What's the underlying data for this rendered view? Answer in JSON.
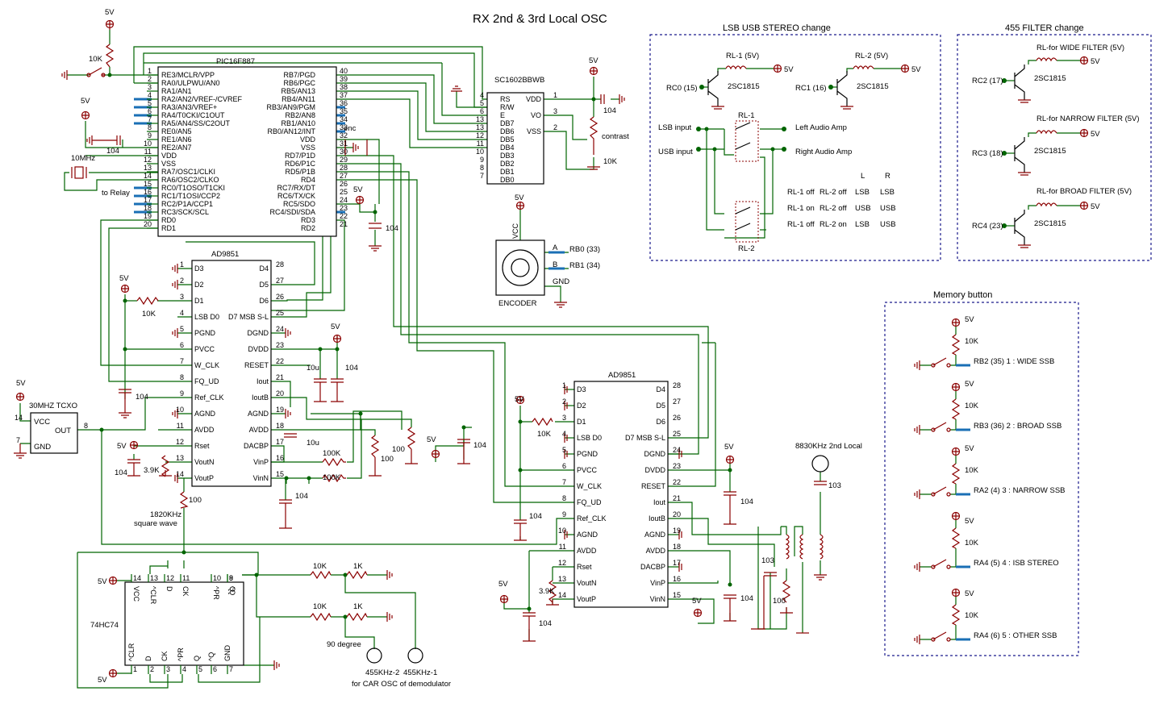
{
  "title": "RX 2nd & 3rd Local OSC",
  "sections": {
    "lsb_usb": "LSB USB STEREO change",
    "filter": "455 FILTER change",
    "memory": "Memory button"
  },
  "ics": {
    "pic": "PIC16F887",
    "lcd": "SC1602BBWB",
    "dds1": "AD9851",
    "dds2": "AD9851",
    "tcxo": "30MHZ TCXO",
    "ff": "74HC74",
    "encoder": "ENCODER"
  },
  "labels": {
    "v5": "5V",
    "xtal10": "10MHz",
    "to_relay": "to Relay",
    "enc": "enc",
    "contrast": "contrast",
    "sq1": "1820KHz",
    "sq2": "square wave",
    "deg90": "90 degree",
    "out455_2": "455KHz-2",
    "out455_1": "455KHz-1",
    "car": "for CAR OSC of demodulator",
    "local2": "8830KHz 2nd Local",
    "tcxo_vcc": "VCC",
    "tcxo_gnd": "GND",
    "tcxo_out": "OUT",
    "enc_a": "A",
    "enc_b": "B",
    "enc_gnd": "GND",
    "enc_vcc": "VCC",
    "rb0": "RB0 (33)",
    "rb1": "RB1 (34)"
  },
  "pic_left": [
    [
      "1",
      "RE3/MCLR/VPP"
    ],
    [
      "2",
      "RA0/ULPWU/AN0"
    ],
    [
      "3",
      "RA1/AN1"
    ],
    [
      "4",
      "RA2/AN2/VREF-/CVREF"
    ],
    [
      "5",
      "RA3/AN3/VREF+"
    ],
    [
      "6",
      "RA4/T0CKI/C1OUT"
    ],
    [
      "7",
      "RA5/AN4/SS/C2OUT"
    ],
    [
      "8",
      "RE0/AN5"
    ],
    [
      "9",
      "RE1/AN6"
    ],
    [
      "10",
      "RE2/AN7"
    ],
    [
      "11",
      "VDD"
    ],
    [
      "12",
      "VSS"
    ],
    [
      "13",
      "RA7/OSC1/CLKI"
    ],
    [
      "14",
      "RA6/OSC2/CLKO"
    ],
    [
      "15",
      "RC0/T1OSO/T1CKI"
    ],
    [
      "16",
      "RC1/T1OSI/CCP2"
    ],
    [
      "17",
      "RC2/P1A/CCP1"
    ],
    [
      "18",
      "RC3/SCK/SCL"
    ],
    [
      "19",
      "RD0"
    ],
    [
      "20",
      "RD1"
    ]
  ],
  "pic_right": [
    [
      "40",
      "RB7/PGD"
    ],
    [
      "39",
      "RB6/PGC"
    ],
    [
      "38",
      "RB5/AN13"
    ],
    [
      "37",
      "RB4/AN11"
    ],
    [
      "36",
      "RB3/AN9/PGM"
    ],
    [
      "35",
      "RB2/AN8"
    ],
    [
      "34",
      "RB1/AN10"
    ],
    [
      "33",
      "RB0/AN12/INT"
    ],
    [
      "32",
      "VDD"
    ],
    [
      "31",
      "VSS"
    ],
    [
      "30",
      "RD7/P1D"
    ],
    [
      "29",
      "RD6/P1C"
    ],
    [
      "28",
      "RD5/P1B"
    ],
    [
      "27",
      "RD4"
    ],
    [
      "26",
      "RC7/RX/DT"
    ],
    [
      "25",
      "RC6/TX/CK"
    ],
    [
      "24",
      "RC5/SDO"
    ],
    [
      "23",
      "RC4/SDI/SDA"
    ],
    [
      "22",
      "RD3"
    ],
    [
      "21",
      "RD2"
    ]
  ],
  "lcd_left": [
    [
      "4",
      "RS"
    ],
    [
      "5",
      "R/W"
    ],
    [
      "6",
      "E"
    ],
    [
      "13",
      "DB7"
    ],
    [
      "13",
      "DB6"
    ],
    [
      "12",
      "DB5"
    ],
    [
      "11",
      "DB4"
    ],
    [
      "10",
      "DB3"
    ],
    [
      "9",
      "DB2"
    ],
    [
      "8",
      "DB1"
    ],
    [
      "7",
      "DB0"
    ]
  ],
  "lcd_right": [
    [
      "1",
      "VDD"
    ],
    [
      "3",
      "VO"
    ],
    [
      "2",
      "VSS"
    ]
  ],
  "dds_left": [
    [
      "1",
      "D3"
    ],
    [
      "2",
      "D2"
    ],
    [
      "3",
      "D1"
    ],
    [
      "4",
      "LSB D0"
    ],
    [
      "5",
      "PGND"
    ],
    [
      "6",
      "PVCC"
    ],
    [
      "7",
      "W_CLK"
    ],
    [
      "8",
      "FQ_UD"
    ],
    [
      "9",
      "Ref_CLK"
    ],
    [
      "10",
      "AGND"
    ],
    [
      "11",
      "AVDD"
    ],
    [
      "12",
      "Rset"
    ],
    [
      "13",
      "VoutN"
    ],
    [
      "14",
      "VoutP"
    ]
  ],
  "dds_right": [
    [
      "28",
      "D4"
    ],
    [
      "27",
      "D5"
    ],
    [
      "26",
      "D6"
    ],
    [
      "25",
      "D7 MSB S-L"
    ],
    [
      "24",
      "DGND"
    ],
    [
      "23",
      "DVDD"
    ],
    [
      "22",
      "RESET"
    ],
    [
      "21",
      "Iout"
    ],
    [
      "20",
      "IoutB"
    ],
    [
      "19",
      "AGND"
    ],
    [
      "18",
      "AVDD"
    ],
    [
      "17",
      "DACBP"
    ],
    [
      "16",
      "VinP"
    ],
    [
      "15",
      "VinN"
    ]
  ],
  "ff_top": [
    [
      "14",
      "VCC"
    ],
    [
      "13",
      "^CLR"
    ],
    [
      "12",
      "D"
    ],
    [
      "11",
      "CK"
    ],
    [
      "10",
      "^PR"
    ],
    [
      "9",
      "Q"
    ],
    [
      "8",
      "^Q"
    ]
  ],
  "ff_bot": [
    [
      "1",
      "^CLR"
    ],
    [
      "2",
      "D"
    ],
    [
      "3",
      "CK"
    ],
    [
      "4",
      "^PR"
    ],
    [
      "5",
      "Q"
    ],
    [
      "6",
      "^Q"
    ],
    [
      "7",
      "GND"
    ]
  ],
  "values": {
    "r10k": "10K",
    "r100": "100",
    "r1k": "1K",
    "r100k": "100K",
    "r3_9k": "3.9K",
    "c104": "104",
    "c10u": "10u",
    "c103": "103"
  },
  "relay": {
    "rl1": "RL-1 (5V)",
    "rl2": "RL-2 (5V)",
    "rc0": "RC0 (15)",
    "rc1": "RC1 (16)",
    "q": "2SC1815",
    "rl1s": "RL-1",
    "rl2s": "RL-2",
    "lsb_in": "LSB input",
    "usb_in": "USB input",
    "left_amp": "Left Audio Amp",
    "right_amp": "Right Audio Amp",
    "col_l": "L",
    "col_r": "R",
    "rows": [
      [
        "RL-1 off",
        "RL-2 off",
        "LSB",
        "LSB"
      ],
      [
        "RL-1 on",
        "RL-2 off",
        "USB",
        "USB"
      ],
      [
        "RL-1 off",
        "RL-2 on",
        "LSB",
        "USB"
      ]
    ]
  },
  "filters": {
    "wide": "RL-for WIDE FILTER (5V)",
    "narrow": "RL-for NARROW FILTER (5V)",
    "broad": "RL-for BROAD FILTER (5V)",
    "rc2": "RC2 (17)",
    "rc3": "RC3 (18)",
    "rc4": "RC4 (23)"
  },
  "memory": [
    "RB2 (35) 1 : WIDE SSB",
    "RB3 (36) 2 : BROAD SSB",
    "RA2 (4) 3 : NARROW SSB",
    "RA4 (5) 4 : ISB STEREO",
    "RA4 (6) 5 : OTHER SSB"
  ]
}
